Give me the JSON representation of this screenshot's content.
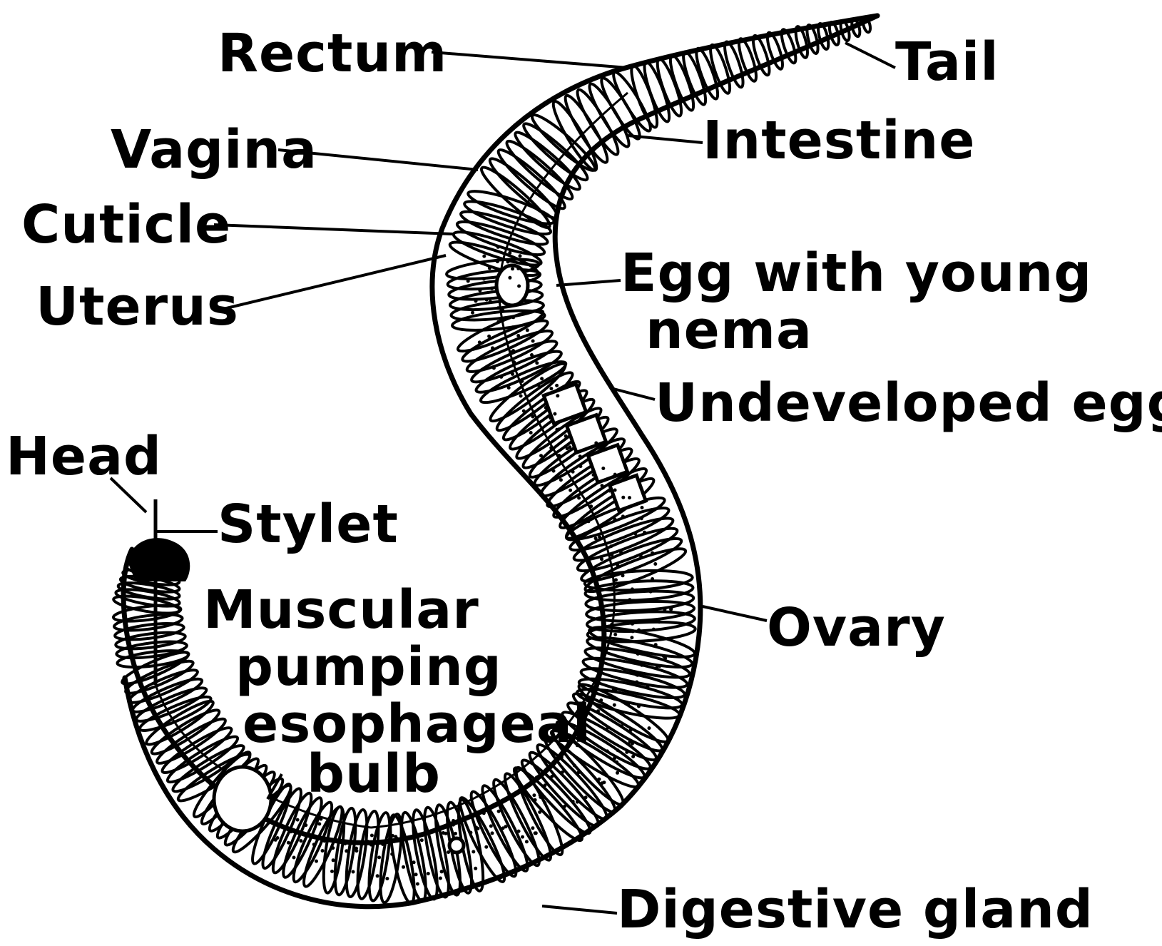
{
  "labels": {
    "rectum": "Rectum",
    "tail": "Tail",
    "intestine": "Intestine",
    "vagina": "Vagina",
    "cuticle": "Cuticle",
    "uterus": "Uterus",
    "egg_line1": "Egg  with  young",
    "egg_line2": "nema",
    "undeveloped_egg": "Undeveloped  egg",
    "head": "Head",
    "stylet": "Stylet",
    "muscular_line1": "Muscular",
    "muscular_line2": "pumping",
    "muscular_line3": "esophageal",
    "muscular_line4": "bulb",
    "ovary": "Ovary",
    "digestive_gland": "Digestive  gland"
  },
  "colors": {
    "ink": "#000000",
    "paper": "#ffffff"
  }
}
